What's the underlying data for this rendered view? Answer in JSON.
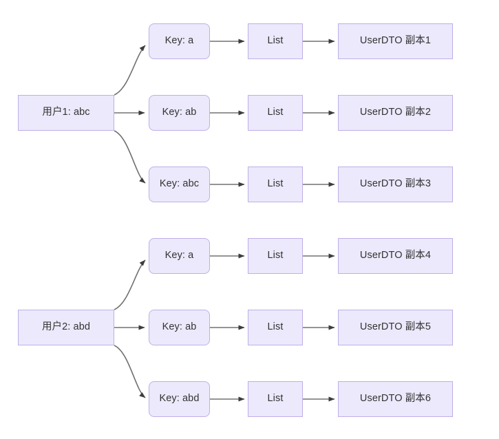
{
  "diagram": {
    "title": "User key-fanout flowchart",
    "type": "flowchart-lr",
    "colors": {
      "node_fill": "#ebe9fb",
      "node_border": "#c0aee8",
      "node_text": "#333333",
      "edge_stroke": "#707070",
      "background": "#ffffff"
    },
    "groups": [
      {
        "id": "group-1",
        "source": {
          "id": "user1",
          "label": "用户1: abc",
          "shape": "rect"
        },
        "branches": [
          {
            "key": {
              "id": "key-1-a",
              "label": "Key: a",
              "shape": "rounded"
            },
            "list": {
              "id": "list-1-a",
              "label": "List",
              "shape": "rect"
            },
            "dto": {
              "id": "dto-1",
              "label": "UserDTO 副本1",
              "shape": "rect"
            }
          },
          {
            "key": {
              "id": "key-1-ab",
              "label": "Key: ab",
              "shape": "rounded"
            },
            "list": {
              "id": "list-1-ab",
              "label": "List",
              "shape": "rect"
            },
            "dto": {
              "id": "dto-2",
              "label": "UserDTO 副本2",
              "shape": "rect"
            }
          },
          {
            "key": {
              "id": "key-1-abc",
              "label": "Key: abc",
              "shape": "rounded"
            },
            "list": {
              "id": "list-1-abc",
              "label": "List",
              "shape": "rect"
            },
            "dto": {
              "id": "dto-3",
              "label": "UserDTO 副本3",
              "shape": "rect"
            }
          }
        ]
      },
      {
        "id": "group-2",
        "source": {
          "id": "user2",
          "label": "用户2: abd",
          "shape": "rect"
        },
        "branches": [
          {
            "key": {
              "id": "key-2-a",
              "label": "Key: a",
              "shape": "rounded"
            },
            "list": {
              "id": "list-2-a",
              "label": "List",
              "shape": "rect"
            },
            "dto": {
              "id": "dto-4",
              "label": "UserDTO 副本4",
              "shape": "rect"
            }
          },
          {
            "key": {
              "id": "key-2-ab",
              "label": "Key: ab",
              "shape": "rounded"
            },
            "list": {
              "id": "list-2-ab",
              "label": "List",
              "shape": "rect"
            },
            "dto": {
              "id": "dto-5",
              "label": "UserDTO 副本5",
              "shape": "rect"
            }
          },
          {
            "key": {
              "id": "key-2-abd",
              "label": "Key: abd",
              "shape": "rounded"
            },
            "list": {
              "id": "list-2-abd",
              "label": "List",
              "shape": "rect"
            },
            "dto": {
              "id": "dto-6",
              "label": "UserDTO 副本6",
              "shape": "rect"
            }
          }
        ]
      }
    ]
  }
}
